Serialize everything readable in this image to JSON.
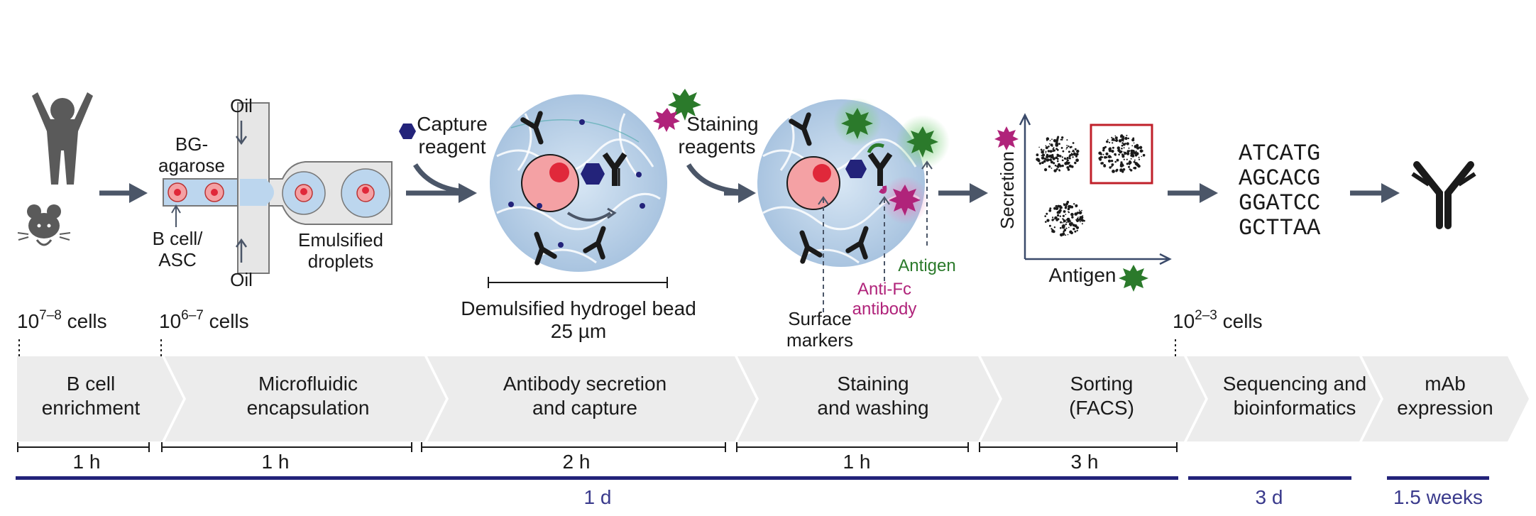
{
  "colors": {
    "navy": "#23237a",
    "arrow": "#4b5668",
    "chevron": "#ececec",
    "magenta": "#b0237a",
    "green": "#2b7a2b",
    "red": "#c0202a",
    "bead": "#bcd2e8",
    "cell": "#f4a1a4"
  },
  "panel1": {
    "human_icon": "person-icon",
    "mouse_icon": "mouse-icon",
    "cells": "10",
    "cells_exp": "7–8",
    "cells_unit": " cells"
  },
  "panel2": {
    "oil_top": "Oil",
    "oil_bottom": "Oil",
    "bg_line1": "BG-",
    "bg_line2": "agarose",
    "bcell_line1": "B cell/",
    "bcell_line2": "ASC",
    "emul_line1": "Emulsified",
    "emul_line2": "droplets",
    "cells": "10",
    "cells_exp": "6–7",
    "cells_unit": " cells"
  },
  "panel3": {
    "capture_line1": "Capture",
    "capture_line2": "reagent",
    "bead_line1": "Demulsified hydrogel bead",
    "bead_line2": "25 µm"
  },
  "panel4": {
    "staining_line1": "Staining",
    "staining_line2": "reagents",
    "antigen": "Antigen",
    "antifc_line1": "Anti-Fc",
    "antifc_line2": "antibody",
    "surface_line1": "Surface",
    "surface_line2": "markers"
  },
  "panel5": {
    "ylabel": "Secretion",
    "xlabel": "Antigen"
  },
  "panel6": {
    "seq": [
      "ATCATG",
      "AGCACG",
      "GGATCC",
      "GCTTAA"
    ],
    "cells": "10",
    "cells_exp": "2–3",
    "cells_unit": " cells"
  },
  "steps": [
    {
      "line1": "B cell",
      "line2": "enrichment"
    },
    {
      "line1": "Microfluidic",
      "line2": "encapsulation"
    },
    {
      "line1": "Antibody secretion",
      "line2": "and capture"
    },
    {
      "line1": "Staining",
      "line2": "and washing"
    },
    {
      "line1": "Sorting",
      "line2": "(FACS)"
    },
    {
      "line1": "Sequencing and",
      "line2": "bioinformatics"
    },
    {
      "line1": "mAb",
      "line2": "expression"
    }
  ],
  "durations": [
    "1 h",
    "1 h",
    "2 h",
    "1 h",
    "3 h"
  ],
  "totals": [
    "1 d",
    "3 d",
    "1.5 weeks"
  ]
}
